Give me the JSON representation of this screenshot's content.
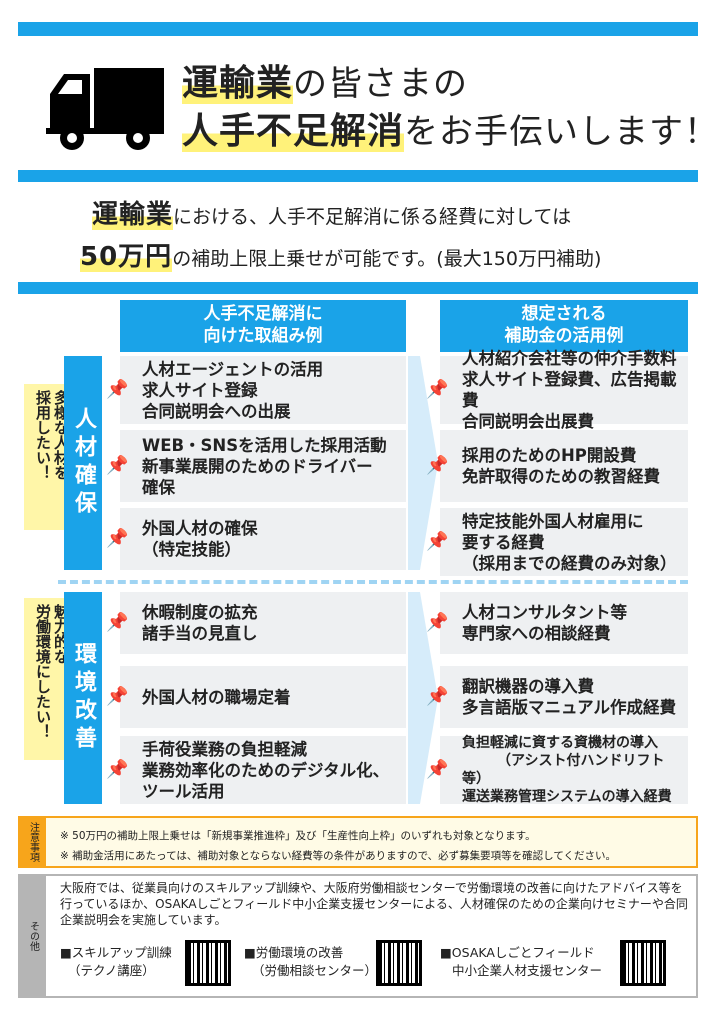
{
  "header": {
    "title_line1_highlight": "運輸業",
    "title_line1_rest": "の皆さまの",
    "title_line2_highlight": "人手不足解消",
    "title_line2_rest": "をお手伝いします！",
    "truck_icon": "truck-icon"
  },
  "summary": {
    "line1_highlight": "運輸業",
    "line1_rest": "における、人手不足解消に係る経費に対しては",
    "line2_highlight": "50万円",
    "line2_rest": "の補助上限上乗せが可能です。(最大150万円補助)"
  },
  "columns": {
    "left_head": "人手不足解消に\n向けた取組み例",
    "right_head": "想定される\n補助金の活用例"
  },
  "section1": {
    "label": "人材確保",
    "side_text": "多様な人材を\n採用したい！",
    "rows": [
      {
        "left": "人材エージェントの活用\n求人サイト登録\n合同説明会への出展",
        "right": "人材紹介会社等の仲介手数料\n求人サイト登録費、広告掲載費\n合同説明会出展費"
      },
      {
        "left": "WEB・SNSを活用した採用活動\n新事業展開のためのドライバー\n確保",
        "right": "採用のためのHP開設費\n免許取得のための教習経費"
      },
      {
        "left": "外国人材の確保\n（特定技能）",
        "right": "特定技能外国人材雇用に\n要する経費\n（採用までの経費のみ対象）"
      }
    ]
  },
  "section2": {
    "label": "環境改善",
    "side_text": "魅力的な\n労働環境にしたい！",
    "rows": [
      {
        "left": "休暇制度の拡充\n諸手当の見直し",
        "right": "人材コンサルタント等\n専門家への相談経費"
      },
      {
        "left": "外国人材の職場定着",
        "right": "翻訳機器の導入費\n多言語版マニュアル作成経費"
      },
      {
        "left": "手荷役業務の負担軽減\n業務効率化のためのデジタル化、\nツール活用",
        "right": "負担軽減に資する資機材の導入\n　　　（アシスト付ハンドリフト等）\n運送業務管理システムの導入経費"
      }
    ]
  },
  "notes": {
    "side_label": "注意事項",
    "line1": "※ 50万円の補助上限上乗せは「新規事業推進枠」及び「生産性向上枠」のいずれも対象となります。",
    "line2": "※ 補助金活用にあたっては、補助対象とならない経費等の条件がありますので、必ず募集要項等を確認してください。"
  },
  "other": {
    "side_label": "その他",
    "text": "大阪府では、従業員向けのスキルアップ訓練や、大阪府労働相談センターで労働環境の改善に向けたアドバイス等を行っているほか、OSAKAしごとフィールド中小企業支援センターによる、人材確保のための企業向けセミナーや合同企業説明会を実施しています。",
    "links": [
      {
        "line1": "■スキルアップ訓練",
        "line2": "（テクノ講座）"
      },
      {
        "line1": "■労働環境の改善",
        "line2": "（労働相談センター）"
      },
      {
        "line1": "■OSAKAしごとフィールド",
        "line2": "中小企業人材支援センター"
      }
    ]
  }
}
